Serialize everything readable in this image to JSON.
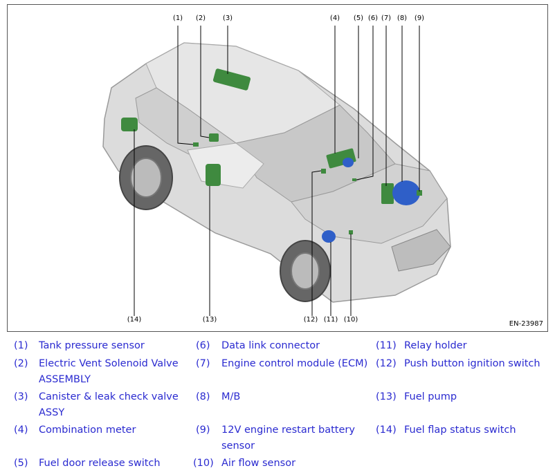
{
  "figure": {
    "id_text": "EN-23987",
    "callouts": [
      "(1)",
      "(2)",
      "(3)",
      "(4)",
      "(5)",
      "(6)",
      "(7)",
      "(8)",
      "(9)",
      "(10)",
      "(11)",
      "(12)",
      "(13)",
      "(14)"
    ]
  },
  "legend": [
    {
      "num": "(1)",
      "label": "Tank pressure sensor"
    },
    {
      "num": "(2)",
      "label": "Electric Vent Solenoid Valve ASSEMBLY"
    },
    {
      "num": "(3)",
      "label": "Canister & leak check valve ASSY"
    },
    {
      "num": "(4)",
      "label": "Combination meter"
    },
    {
      "num": "(5)",
      "label": "Fuel door release switch"
    },
    {
      "num": "(6)",
      "label": "Data link connector"
    },
    {
      "num": "(7)",
      "label": "Engine control module (ECM)"
    },
    {
      "num": "(8)",
      "label": "M/B"
    },
    {
      "num": "(9)",
      "label": "12V engine restart battery sensor"
    },
    {
      "num": "(10)",
      "label": "Air flow sensor"
    },
    {
      "num": "(11)",
      "label": "Relay holder"
    },
    {
      "num": "(12)",
      "label": "Push button ignition switch"
    },
    {
      "num": "(13)",
      "label": "Fuel pump"
    },
    {
      "num": "(14)",
      "label": "Fuel flap status switch"
    }
  ],
  "colors": {
    "legend_text": "#2a2ad0",
    "component_green": "#3f8a3f",
    "component_blue": "#2f5fc8",
    "car_body": "#d9d9d9",
    "car_outline": "#9a9a9a"
  }
}
